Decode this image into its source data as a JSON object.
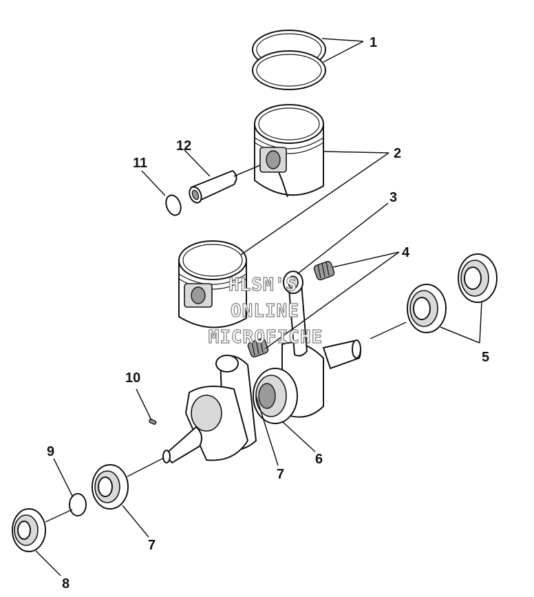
{
  "callouts": {
    "c1": "1",
    "c2": "2",
    "c3": "3",
    "c4": "4",
    "c5": "5",
    "c6": "6",
    "c7a": "7",
    "c7b": "7",
    "c8": "8",
    "c9": "9",
    "c10": "10",
    "c11": "11",
    "c12": "12"
  },
  "watermark": {
    "line1": "HLSM'S",
    "line2": "ONLINE",
    "line3": "MICROFICHE"
  },
  "colors": {
    "ink": "#111111",
    "fill": "#ffffff",
    "shade": "#d9d9d9",
    "watermark": "#7a7a7a"
  }
}
